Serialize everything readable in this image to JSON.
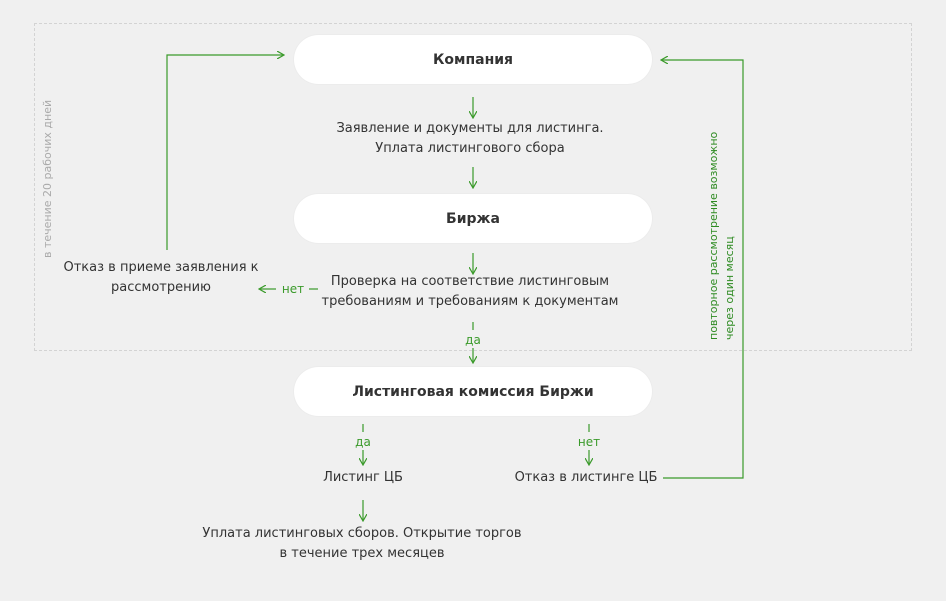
{
  "nodes": {
    "company": "Компания",
    "exchange": "Биржа",
    "commission": "Листинговая комиссия Биржи"
  },
  "steps": {
    "application_line1": "Заявление и документы для листинга.",
    "application_line2": "Уплата листингового сбора",
    "check_line1": "Проверка на соответствие листинговым",
    "check_line2": "требованиям и требованиям к документам",
    "reject_app_line1": "Отказ в приеме заявления к",
    "reject_app_line2": "рассмотрению",
    "listing": "Листинг ЦБ",
    "listing_reject": "Отказ в листинге ЦБ",
    "payment_line1": "Уплата листинговых сборов. Открытие торгов",
    "payment_line2": "в течение трех месяцев"
  },
  "labels": {
    "no_check": "нет",
    "yes_check": "да",
    "yes_commission": "да",
    "no_commission": "нет"
  },
  "side_notes": {
    "period": "в течение 20 рабочих дней",
    "retry_line1": "повторное рассмотрение возможно",
    "retry_line2": "через один месяц"
  },
  "colors": {
    "accent": "#3a9a2a",
    "background": "#f0f0f0",
    "node_fill": "#ffffff"
  }
}
